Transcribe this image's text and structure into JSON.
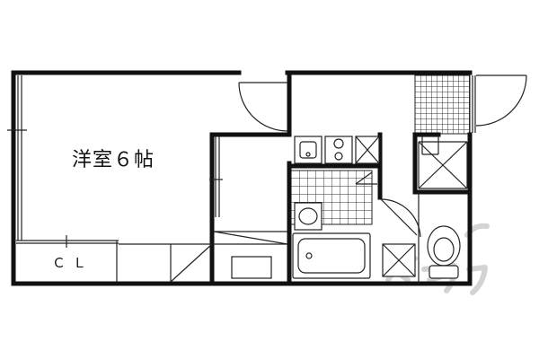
{
  "rooms": {
    "western_room": "洋室６帖",
    "closet": "ＣＬ"
  },
  "watermark": {
    "text": "ショップ",
    "color": "#d2d2d2"
  },
  "colors": {
    "wall": "#111111",
    "line": "#222222",
    "background": "#ffffff"
  }
}
